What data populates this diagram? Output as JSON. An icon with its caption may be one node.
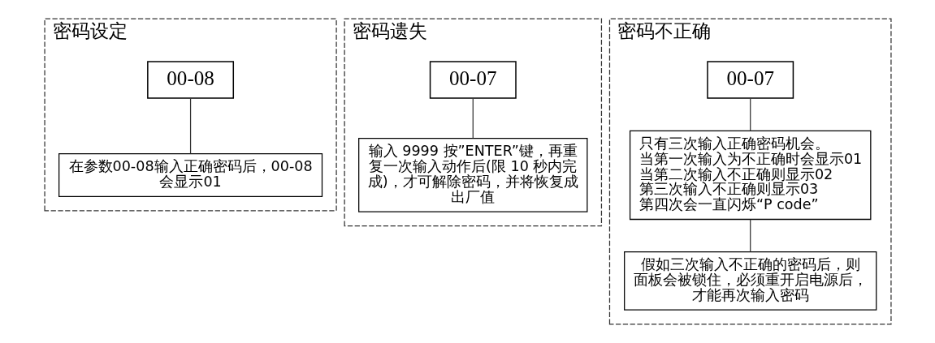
{
  "diagram": {
    "nodes": [
      {
        "text": [
          "密码设定"
        ]
      },
      {
        "text": [
          "00-08"
        ],
        "in": 0
      },
      {
        "text": [
          "在参数00-08输入正确密码后，00-08会显示01"
        ],
        "in": 0
      },
      {
        "text": [
          "密码遗失"
        ]
      },
      {
        "text": [
          "00-07"
        ],
        "in": 3
      },
      {
        "text": [
          "输入 9999 按”ENTER”键，再重复一次输入动作后(限 10 秒内完成)，才可解除密码，并将恢复成出厂值"
        ],
        "in": 3
      },
      {
        "text": [
          "密码不正确"
        ]
      },
      {
        "text": [
          "00-07"
        ],
        "in": 6
      },
      {
        "text": [
          "只有三次输入正确密码机会。",
          "当第一次输入为不正确时会显示01",
          "当第二次输入不正确则显示02",
          "第三次输入不正确则显示03",
          "第四次会一直闪烁“P code”"
        ],
        "in": 6
      },
      {
        "text": [
          "假如三次输入不正确的密码后，则面板会被锁住，必须重开启电源后，才能再次输入密码"
        ],
        "in": 6
      }
    ],
    "edges": [
      {
        "from": 1,
        "to": 2,
        "arrow": "none"
      },
      {
        "from": 4,
        "to": 5,
        "arrow": "none"
      },
      {
        "from": 7,
        "to": 8,
        "arrow": "none"
      },
      {
        "from": 8,
        "to": 9,
        "arrow": "none"
      }
    ]
  }
}
